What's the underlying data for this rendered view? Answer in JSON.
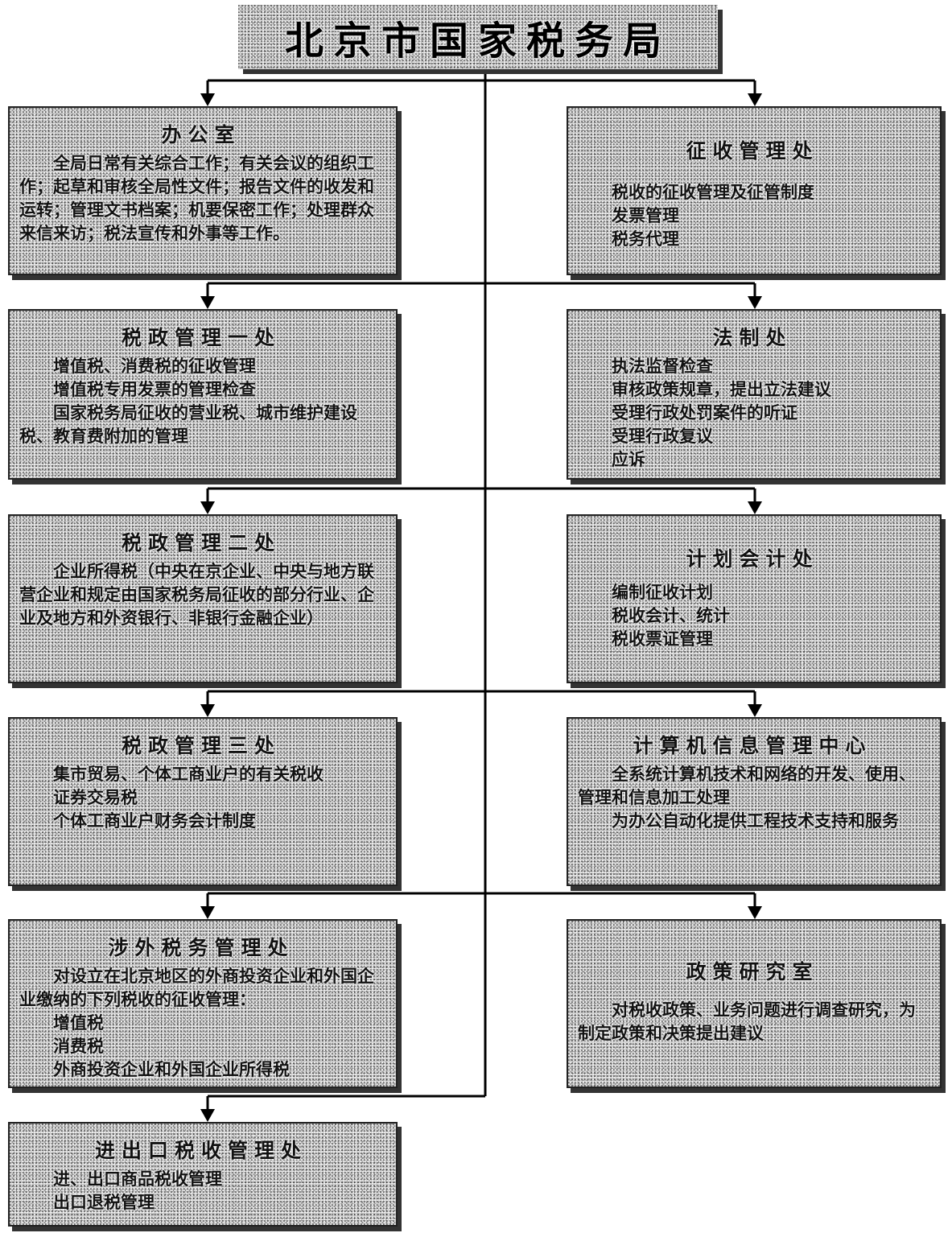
{
  "title": "北京市国家税务局",
  "left_boxes": [
    {
      "title": "办公室",
      "lines": [
        "全局日常有关综合工作；有关会议的组织工作；起草和审核全局性文件；报告文件的收发和运转；管理文书档案；机要保密工作；处理群众来信来访；税法宣传和外事等工作。"
      ]
    },
    {
      "title": "税政管理一处",
      "lines": [
        "增值税、消费税的征收管理",
        "增值税专用发票的管理检查",
        "国家税务局征收的营业税、城市维护建设税、教育费附加的管理"
      ]
    },
    {
      "title": "税政管理二处",
      "lines": [
        "企业所得税（中央在京企业、中央与地方联营企业和规定由国家税务局征收的部分行业、企业及地方和外资银行、非银行金融企业）"
      ]
    },
    {
      "title": "税政管理三处",
      "lines": [
        "集市贸易、个体工商业户的有关税收",
        "证券交易税",
        "个体工商业户财务会计制度"
      ]
    },
    {
      "title": "涉外税务管理处",
      "lines": [
        "对设立在北京地区的外商投资企业和外国企业缴纳的下列税收的征收管理：",
        "增值税",
        "消费税",
        "外商投资企业和外国企业所得税"
      ]
    },
    {
      "title": "进出口税收管理处",
      "lines": [
        "进、出口商品税收管理",
        "出口退税管理"
      ]
    }
  ],
  "right_boxes": [
    {
      "title": "征收管理处",
      "lines": [
        "税收的征收管理及征管制度",
        "发票管理",
        "税务代理"
      ]
    },
    {
      "title": "法制处",
      "lines": [
        "执法监督检查",
        "审核政策规章，提出立法建议",
        "受理行政处罚案件的听证",
        "受理行政复议",
        "应诉"
      ]
    },
    {
      "title": "计划会计处",
      "lines": [
        "编制征收计划",
        "税收会计、统计",
        "税收票证管理"
      ]
    },
    {
      "title": "计算机信息管理中心",
      "lines": [
        "全系统计算机技术和网络的开发、使用、管理和信息加工处理",
        "为办公自动化提供工程技术支持和服务"
      ]
    },
    {
      "title": "政策研究室",
      "lines": [
        "对税收政策、业务问题进行调查研究，为制定政策和决策提出建议"
      ]
    }
  ]
}
